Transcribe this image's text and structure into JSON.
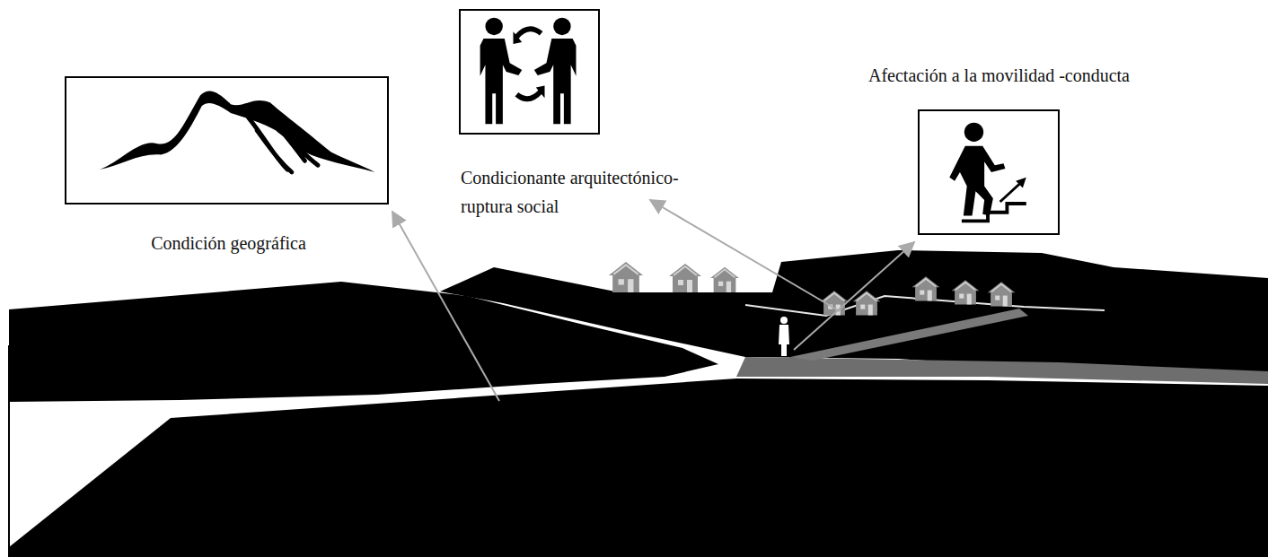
{
  "diagram": {
    "nodes": [
      {
        "text": [
          "Condición geográfica"
        ]
      },
      {
        "text": [
          "Condicionante arquitectónico- ruptura social"
        ]
      },
      {
        "text": [
          "Afectación a la movilidad -conducta"
        ]
      }
    ]
  }
}
